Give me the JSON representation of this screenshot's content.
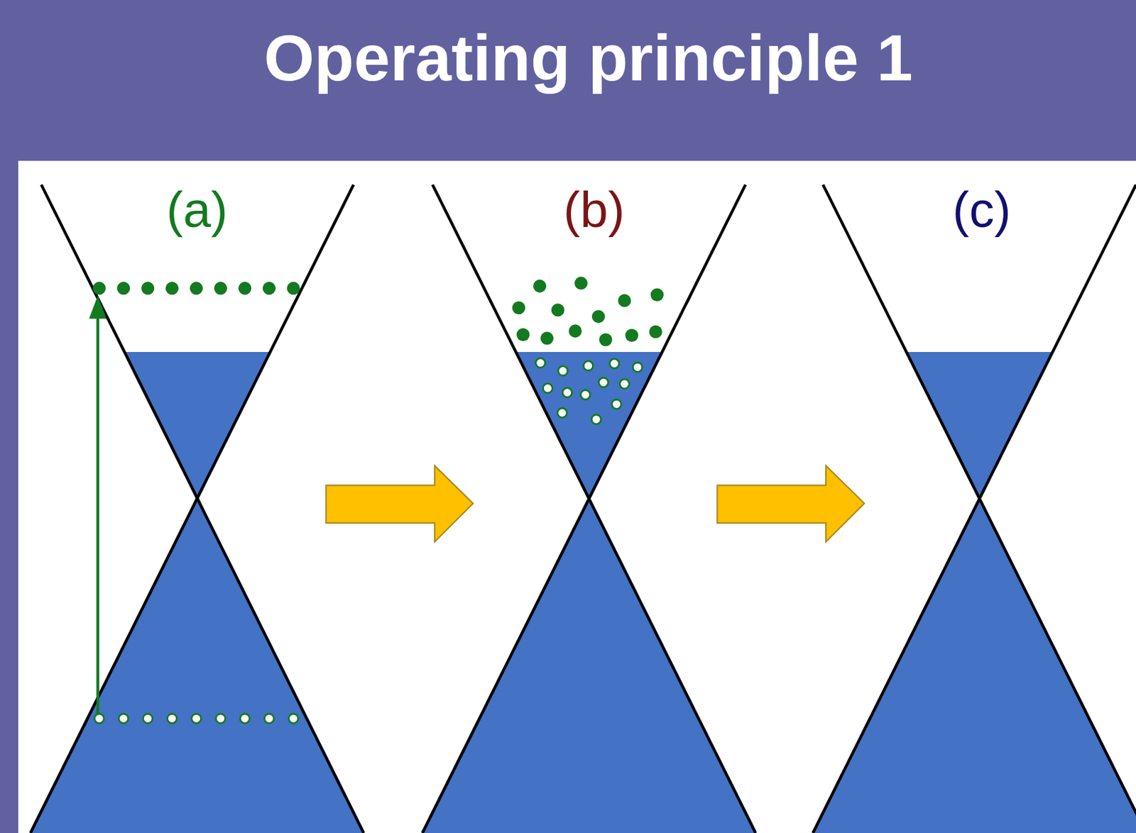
{
  "diagram": {
    "title": "Operating principle 1",
    "labels": [
      "(a)",
      "(b)",
      "(c)"
    ]
  }
}
